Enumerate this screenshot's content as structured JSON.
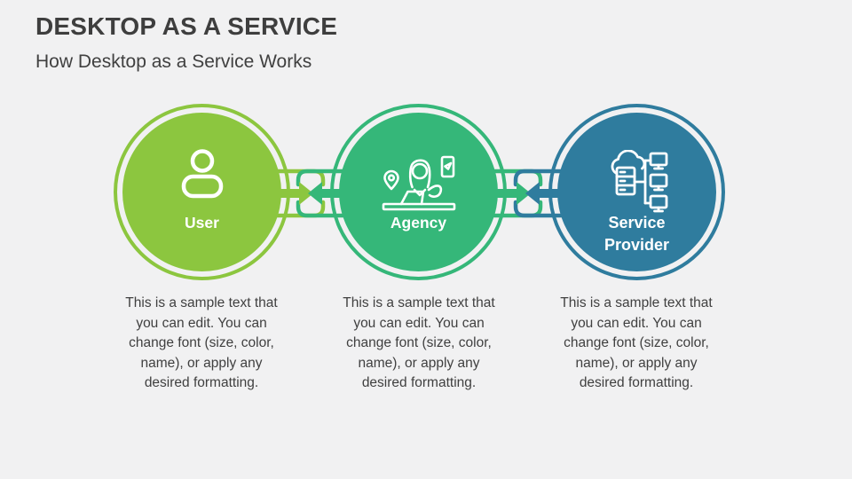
{
  "slide": {
    "title": "DESKTOP AS A SERVICE",
    "subtitle": "How Desktop as a Service Works",
    "background_color": "#F1F1F2",
    "title_color": "#3E3E3E",
    "body_text_color": "#404040"
  },
  "nodes": [
    {
      "label": "User",
      "color": "#8CC63F",
      "icon": "user-icon",
      "description": "This is a sample text that you can edit. You can change font (size, color, name), or apply any desired formatting.",
      "description_lines": [
        "This is a sample text that",
        "you can edit. You can",
        "change font (size, color,",
        "name), or apply any",
        "desired formatting."
      ]
    },
    {
      "label": "Agency",
      "color": "#35B779",
      "icon": "agency-receptionist-icon",
      "description": "This is a sample text that you can edit. You can change font (size, color, name), or apply any desired formatting.",
      "description_lines": [
        "This is a sample text that",
        "you can edit. You can",
        "change font (size, color,",
        "name), or apply any",
        "desired formatting."
      ]
    },
    {
      "label": "Service Provider",
      "color": "#2F7C9E",
      "icon": "cloud-servers-network-icon",
      "description": "This is a sample text that you can edit. You can change font (size, color, name), or apply any desired formatting.",
      "description_lines": [
        "This is a sample text that",
        "you can edit. You can",
        "change font (size, color,",
        "name), or apply any",
        "desired formatting."
      ]
    }
  ],
  "connectors": [
    {
      "between": "User and Agency",
      "direction": "bidirectional",
      "right_arrow_color": "#8CC63F",
      "left_arrow_color": "#35B779"
    },
    {
      "between": "Agency and Service Provider",
      "direction": "bidirectional",
      "right_arrow_color": "#35B779",
      "left_arrow_color": "#2F7C9E"
    }
  ]
}
